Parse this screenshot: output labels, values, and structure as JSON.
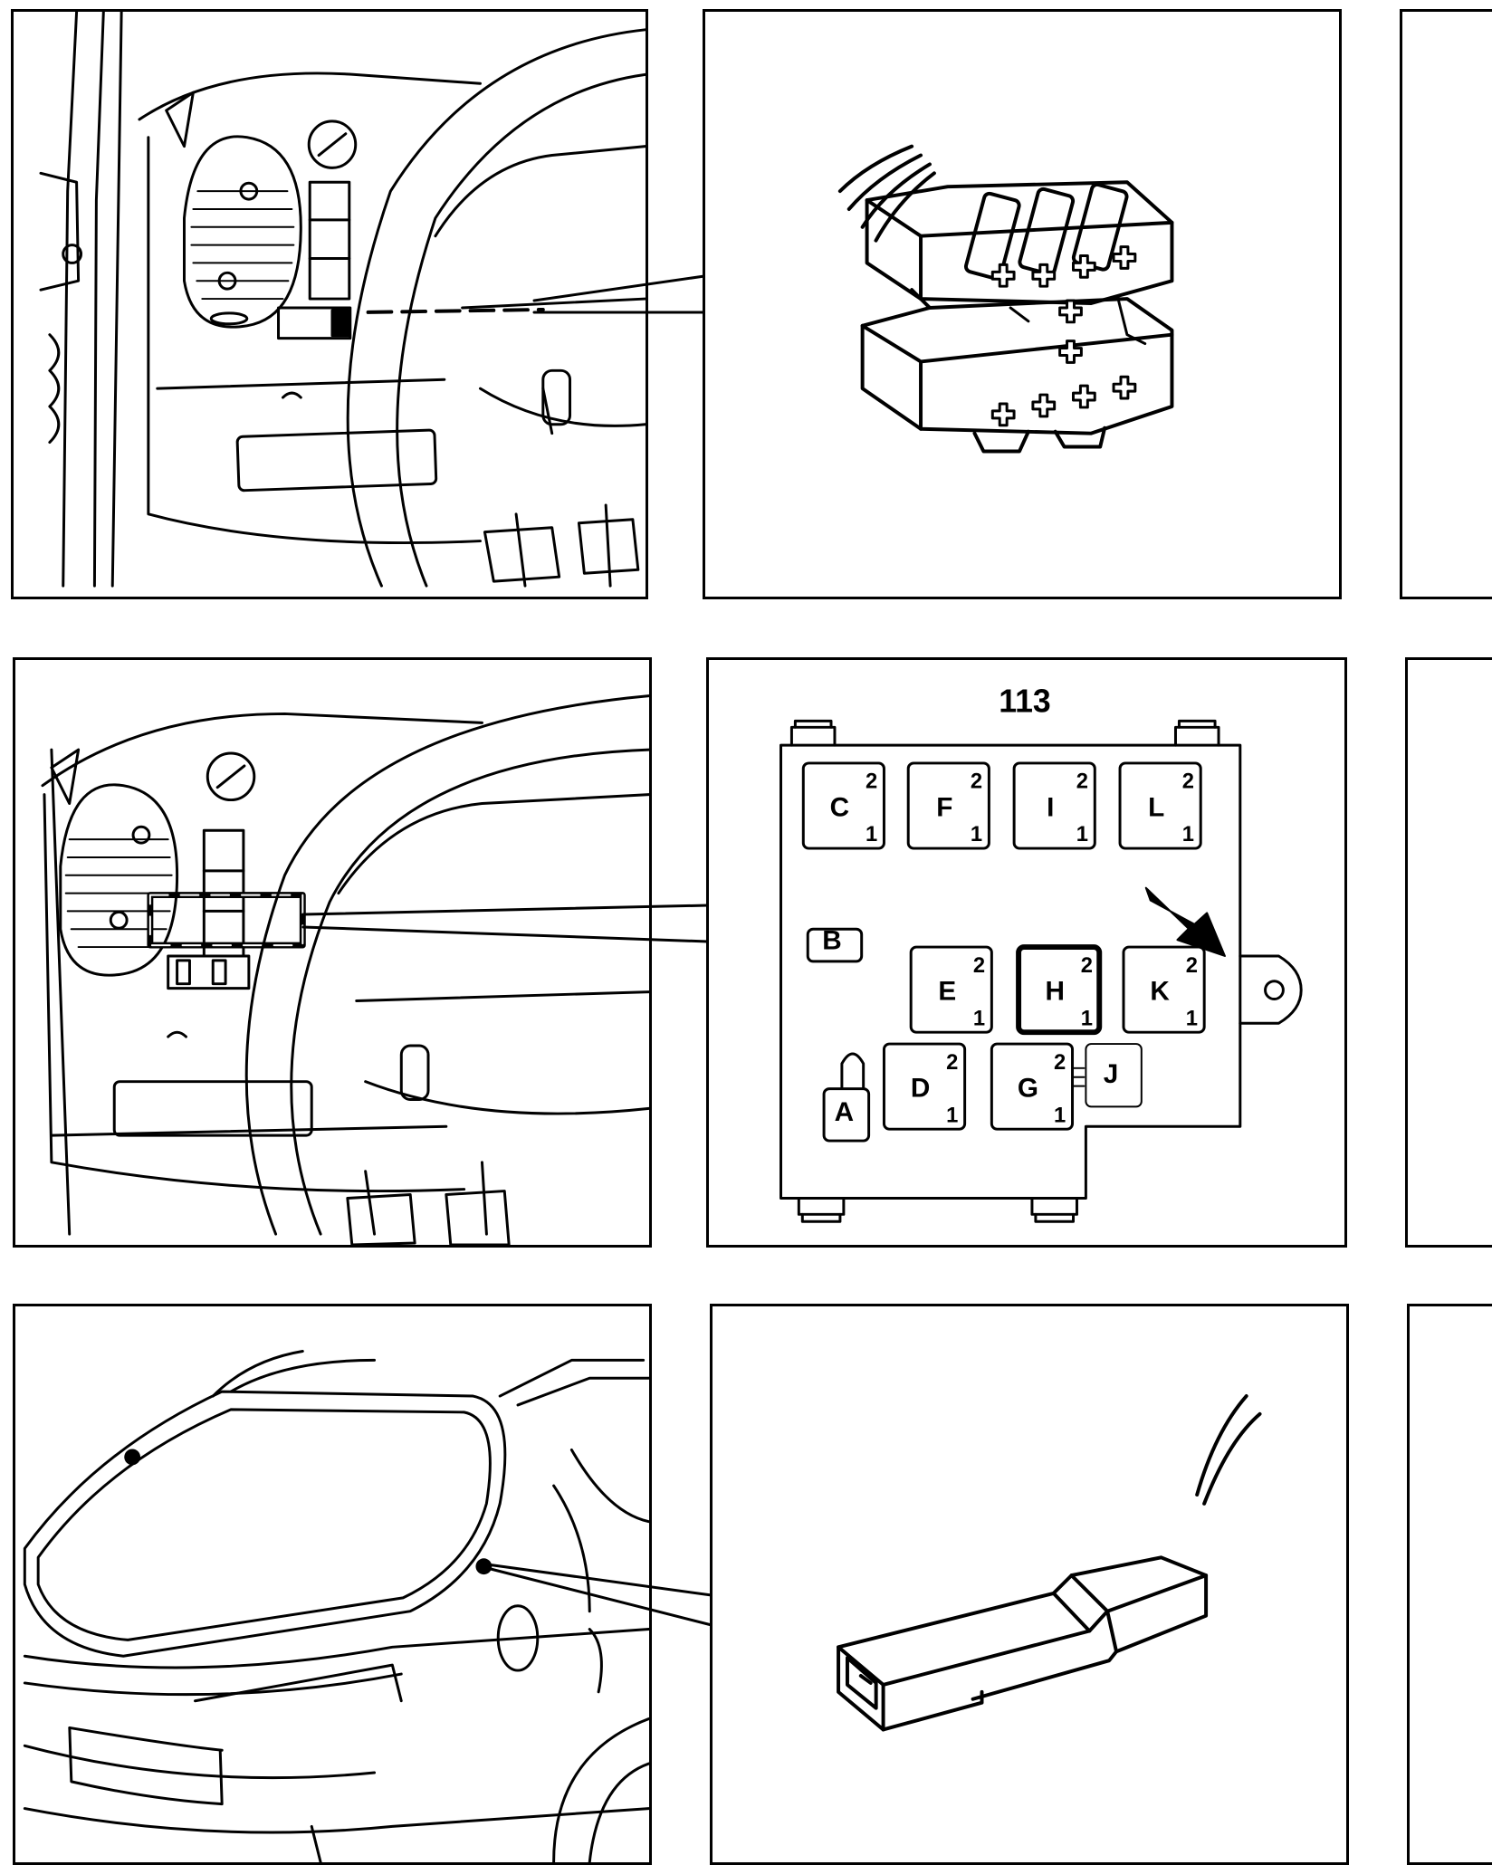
{
  "fusebox": {
    "title": "113",
    "slots": [
      {
        "letter": "C",
        "top": "2",
        "bottom": "1"
      },
      {
        "letter": "F",
        "top": "2",
        "bottom": "1"
      },
      {
        "letter": "I",
        "top": "2",
        "bottom": "1"
      },
      {
        "letter": "L",
        "top": "2",
        "bottom": "1"
      },
      {
        "letter": "B"
      },
      {
        "letter": "E",
        "top": "2",
        "bottom": "1"
      },
      {
        "letter": "H",
        "top": "2",
        "bottom": "1"
      },
      {
        "letter": "K",
        "top": "2",
        "bottom": "1"
      },
      {
        "letter": "A"
      },
      {
        "letter": "D",
        "top": "2",
        "bottom": "1"
      },
      {
        "letter": "G",
        "top": "2",
        "bottom": "1"
      },
      {
        "letter": "J"
      }
    ]
  }
}
